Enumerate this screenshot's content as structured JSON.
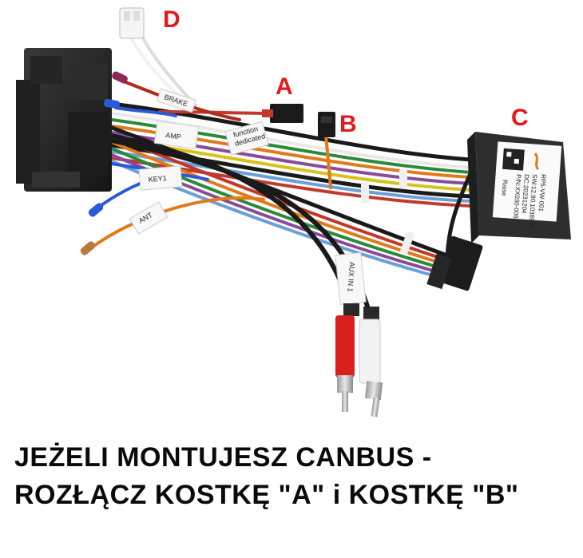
{
  "markers": {
    "d": "D",
    "a": "A",
    "b": "B",
    "c": "C"
  },
  "wire_labels": {
    "brake": "BRAKE",
    "amp": "AMP",
    "function_line1": "function",
    "function_line2": "dedicated",
    "key1": "KEY1",
    "ant": "ANT",
    "aux": "AUX IN 1"
  },
  "canbus_box": {
    "model": "RP5-VW-001",
    "sw": "SW:12.90.10389P5",
    "dc": "DC:20231204",
    "pn": "P/N:XX030-006",
    "brand": "Raise"
  },
  "caption": {
    "line1": "JEŻELI MONTUJESZ CANBUS -",
    "line2": "ROZŁĄCZ KOSTKĘ \"A\" i KOSTKĘ \"B\""
  },
  "colors": {
    "marker": "#e4191c",
    "connector": "#2a2a2a",
    "canbus_box": "#2e2e2e",
    "rca_red": "#d9201f",
    "rca_white": "#f2f2f2"
  }
}
